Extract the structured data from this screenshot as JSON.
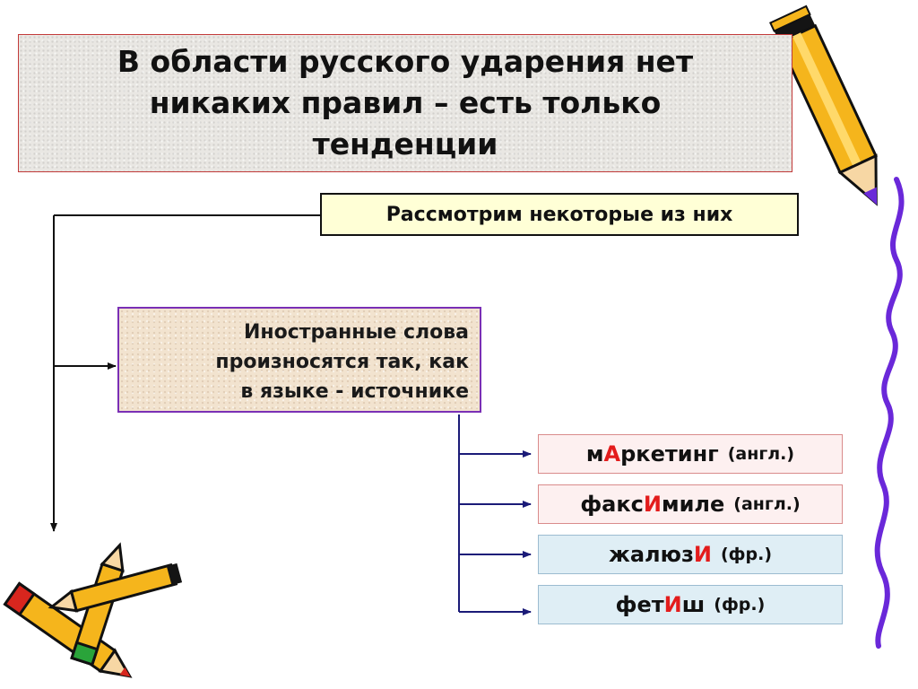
{
  "title": "В области русского ударения нет\nникаких правил – есть только\nтенденции",
  "subtitle": "Рассмотрим некоторые из них",
  "rule": "Иностранные слова\nпроизносятся так, как\nв языке - источнике",
  "accent_color": "#e31c1c",
  "examples": [
    {
      "before": "м",
      "stress": "А",
      "after": "ркетинг",
      "lang": "(англ.)"
    },
    {
      "before": "факс",
      "stress": "И",
      "after": "миле",
      "lang": "(англ.)"
    },
    {
      "before": "жалюз",
      "stress": "И",
      "after": "",
      "lang": "(фр.)"
    },
    {
      "before": "фет",
      "stress": "И",
      "after": "ш",
      "lang": "(фр.)"
    }
  ],
  "decorations": {
    "pencil_top_right": "pencil-icon",
    "pencils_bottom_left": "crossed-pencils-icon",
    "squiggle_right": "purple-squiggle-line"
  }
}
